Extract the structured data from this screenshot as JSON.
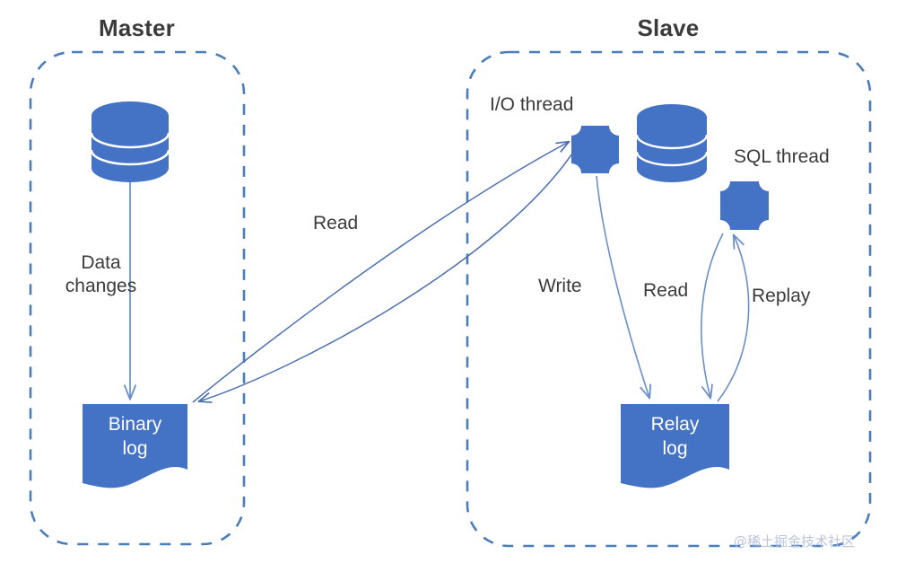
{
  "diagram": {
    "title_master": "Master",
    "title_slave": "Slave",
    "colors": {
      "shape_fill": "#4472C4",
      "shape_fill_dark": "#3C67B4",
      "dashed_border": "#4A7EBB",
      "arrow": "#4A6FB0",
      "text": "#3b3b3b",
      "background": "#ffffff",
      "watermark": "#b9c4dd"
    }
  },
  "zones": [
    {
      "id": "master",
      "label": "Master"
    },
    {
      "id": "slave",
      "label": "Slave"
    }
  ],
  "nodes": [
    {
      "id": "master-db",
      "label": "",
      "type": "database-cylinder",
      "zone": "master"
    },
    {
      "id": "binary-log",
      "label": "Binary\nlog",
      "type": "document-wave",
      "zone": "master"
    },
    {
      "id": "io-thread",
      "label": "",
      "type": "octagon",
      "zone": "slave",
      "caption": "I/O thread"
    },
    {
      "id": "slave-db",
      "label": "",
      "type": "database-cylinder",
      "zone": "slave"
    },
    {
      "id": "sql-thread",
      "label": "",
      "type": "octagon",
      "zone": "slave",
      "caption": "SQL thread"
    },
    {
      "id": "relay-log",
      "label": "Relay\nlog",
      "type": "document-wave",
      "zone": "slave"
    }
  ],
  "captions": {
    "io_thread": "I/O thread",
    "sql_thread": "SQL thread"
  },
  "edges": [
    {
      "id": "data-changes",
      "label": "Data\nchanges",
      "from": "master-db",
      "to": "binary-log"
    },
    {
      "id": "read-binlog",
      "label": "Read",
      "from": "binary-log",
      "to": "io-thread"
    },
    {
      "id": "write-relay",
      "label": "Write",
      "from": "io-thread",
      "to": "relay-log"
    },
    {
      "id": "read-relay",
      "label": "Read",
      "from": "relay-log",
      "to": "sql-thread"
    },
    {
      "id": "replay-relay",
      "label": "Replay",
      "from": "sql-thread",
      "to": "relay-log"
    }
  ],
  "edge_labels": {
    "data_changes_line1": "Data",
    "data_changes_line2": "changes",
    "read_master": "Read",
    "write": "Write",
    "read_slave": "Read",
    "replay": "Replay"
  },
  "shape_labels": {
    "binary_log": "Binary\nlog",
    "relay_log": "Relay\nlog"
  },
  "watermark": "@稀土掘金技术社区"
}
